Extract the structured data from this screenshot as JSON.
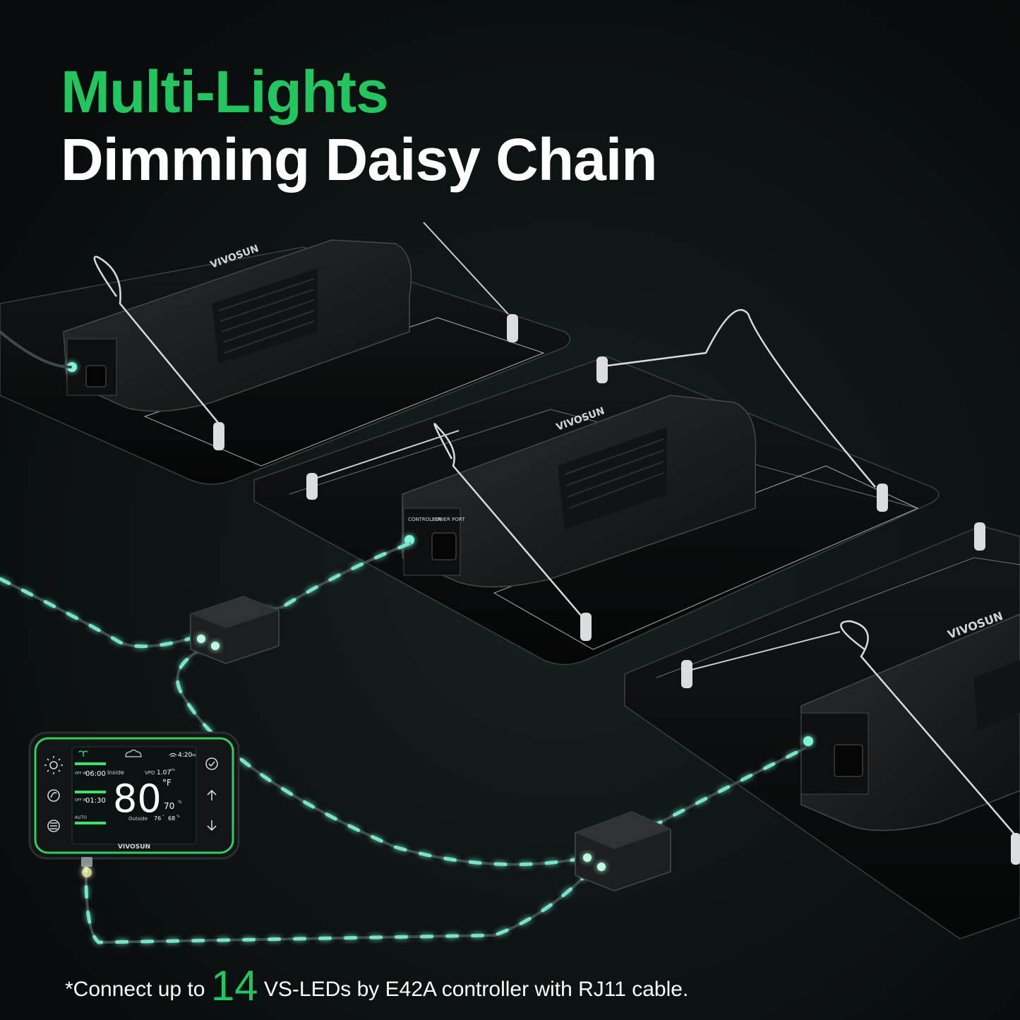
{
  "colors": {
    "accent": "#22c55e",
    "background": "#0b0f0f",
    "headline_secondary": "#ffffff",
    "cable_glow": "#7ef5d9",
    "led_green": "#3ee06a"
  },
  "headline": {
    "line1": "Multi-Lights",
    "line2": "Dimming Daisy Chain"
  },
  "footnote": {
    "prefix": "*Connect up to ",
    "highlight": "14",
    "suffix": " VS-LEDs by E42A controller with RJ11 cable."
  },
  "brand": "VIVOSUN",
  "fixture_labels": {
    "controller_port": "CONTROLLER",
    "power_port": "POWER PORT"
  },
  "controller_display": {
    "clock": "4:20",
    "clock_suffix": "PM",
    "inside_label": "Inside",
    "vpd_label": "VPD",
    "vpd_value": "1.07",
    "vpd_unit": "kPa",
    "temperature": "80",
    "temp_unit": "°F",
    "humidity": "70",
    "humidity_unit": "%",
    "outside_label": "Outside",
    "outside_temp": "76",
    "outside_temp_unit": "°",
    "outside_humidity": "68",
    "outside_humidity_unit": "%",
    "on_time": "06:00",
    "on_label": "OFF IN",
    "timer_value": "01:30",
    "timer_label": "OFF IN",
    "auto_label": "AUTO",
    "left_icons": [
      "sun-icon",
      "leaf-recycle-icon",
      "menu-icon"
    ],
    "right_icons": [
      "check-icon",
      "arrow-up-icon",
      "arrow-down-icon"
    ],
    "status_icons": [
      "cloud-icon",
      "wifi-icon",
      "plant-icon"
    ]
  },
  "devices": {
    "grow_lights": [
      "grow-light-1",
      "grow-light-2",
      "grow-light-3"
    ],
    "splitters": [
      "rj11-splitter-1",
      "rj11-splitter-2"
    ],
    "controller": "e42a-controller"
  }
}
